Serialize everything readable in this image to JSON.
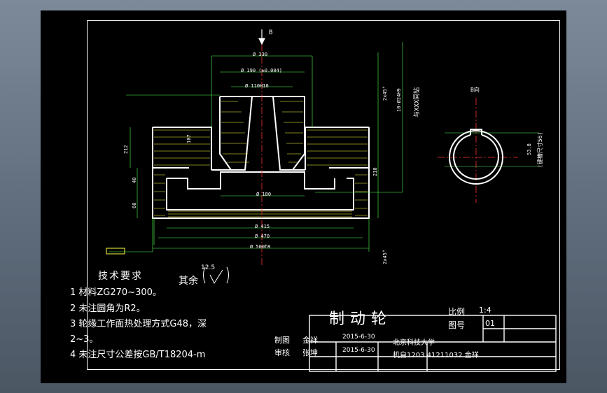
{
  "technical_requirements": {
    "title": "技术要求",
    "items": [
      "1  材料ZG270~300。",
      "2  未注圆角为R2。",
      "3  轮缘工作面热处理方式G48，深",
      "2~3。",
      "4  未注尺寸公差按GB/T18204-m"
    ]
  },
  "rest_roughness": {
    "label": "其余",
    "value": "12.5"
  },
  "title_block": {
    "part_name": "制动轮",
    "scale_label": "比例",
    "scale_value": "1:4",
    "drawing_no_label": "图号",
    "drawing_no_value": "01",
    "drawn_label": "制图",
    "drawn_name": "金祥",
    "drawn_date": "2015-6-30",
    "checked_label": "审核",
    "checked_name": "张坤",
    "checked_date": "2015-6-30",
    "school": "北京科技大学",
    "class_info": "机自1203  41211032  金祥"
  },
  "dimensions": {
    "d330": "Ø 330",
    "d190": "Ø 190 (±0.004)",
    "d110": "Ø 110H10",
    "d180": "Ø 180",
    "d415": "Ø 415",
    "d470": "Ø 470",
    "d500": "Ø 500h9",
    "h212": "212",
    "h107": "107",
    "h40": "40",
    "h60": "60",
    "h210": "210",
    "chamfer_top": "2x45°",
    "chamfer_bot": "2x45°",
    "holes": "10-Ø24H9",
    "holes2": "与XXX同钻",
    "key_w": "53.8",
    "key_note": "(键槽尺寸56)",
    "view_label": "B向",
    "arrow_b": "B"
  }
}
